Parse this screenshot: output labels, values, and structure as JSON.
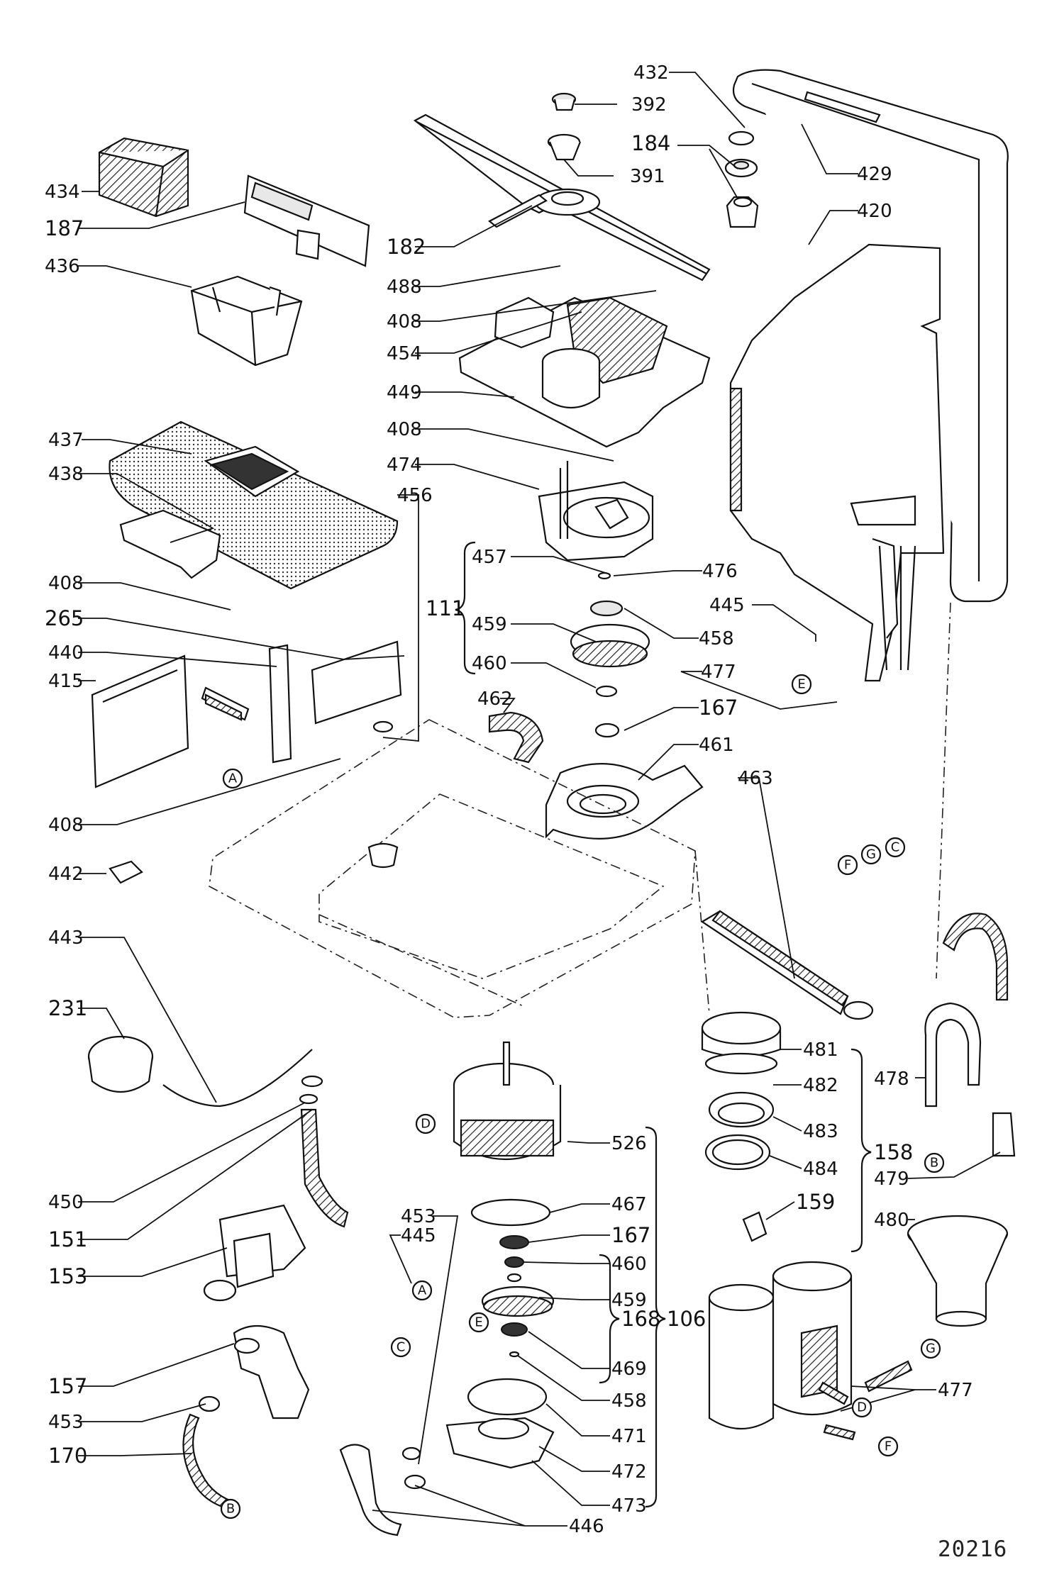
{
  "diagram": {
    "doc_number": "20216",
    "labels": {
      "l432": "432",
      "l392": "392",
      "l184": "184",
      "l391": "391",
      "l429": "429",
      "l420": "420",
      "l434": "434",
      "l187": "187",
      "l182": "182",
      "l436": "436",
      "l488": "488",
      "l408a": "408",
      "l454": "454",
      "l449": "449",
      "l408b": "408",
      "l437": "437",
      "l474": "474",
      "l438": "438",
      "l456": "456",
      "l457": "457",
      "l476": "476",
      "l111": "111",
      "l445a": "445",
      "l458a": "458",
      "l459a": "459",
      "l408c": "408",
      "l265": "265",
      "l440": "440",
      "l460a": "460",
      "l477a": "477",
      "l415": "415",
      "l462": "462",
      "l167a": "167",
      "l461": "461",
      "l463": "463",
      "l408d": "408",
      "l442": "442",
      "l443": "443",
      "l231": "231",
      "l481": "481",
      "l478": "478",
      "l482": "482",
      "l483": "483",
      "l526": "526",
      "l158": "158",
      "l484": "484",
      "l479": "479",
      "l450": "450",
      "l467": "467",
      "l159": "159",
      "l480": "480",
      "l151": "151",
      "l167b": "167",
      "l453a": "453",
      "l445b": "445",
      "l106": "106",
      "l460b": "460",
      "l153": "153",
      "l459b": "459",
      "l168": "168",
      "l469": "469",
      "l157": "157",
      "l458b": "458",
      "l477b": "477",
      "l453b": "453",
      "l471": "471",
      "l170": "170",
      "l472": "472",
      "l473": "473",
      "l446": "446"
    },
    "connectors": {
      "cA1": "A",
      "cA2": "A",
      "cB1": "B",
      "cB2": "B",
      "cC1": "C",
      "cC2": "C",
      "cD1": "D",
      "cD2": "D",
      "cE1": "E",
      "cE2": "E",
      "cF1": "F",
      "cF2": "F",
      "cG1": "G",
      "cG2": "G"
    }
  }
}
